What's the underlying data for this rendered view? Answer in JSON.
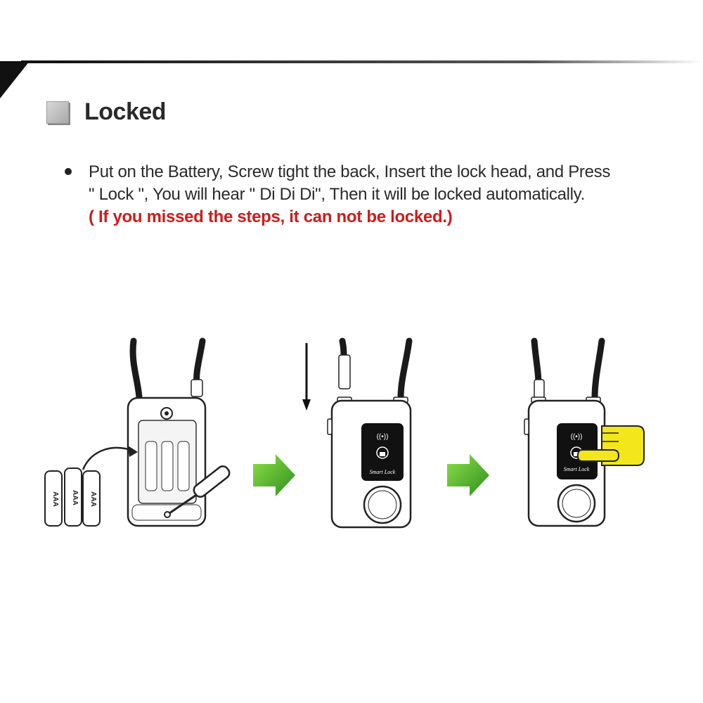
{
  "heading": {
    "title": "Locked",
    "icon": "square-bullet-icon"
  },
  "instructions": {
    "line1": "Put on the Battery, Screw tight the back, Insert the lock head, and Press",
    "line2": "\" Lock \", You will hear \" Di Di Di\", Then it will be locked automatically.",
    "warning": "( If you missed the steps, it can not be locked.)",
    "warning_color": "#d11a1a"
  },
  "steps": [
    {
      "name": "install-battery-step",
      "battery_label": "AAA",
      "battery_count": 3
    },
    {
      "name": "insert-lock-head-step",
      "panel_label": "Smart Lock"
    },
    {
      "name": "press-lock-step",
      "panel_label": "Smart Lock"
    }
  ],
  "colors": {
    "arrow_green": "#4caf2a",
    "finger_yellow": "#f3e61a",
    "panel_dark": "#111111",
    "accent_red": "#d11a1a"
  }
}
